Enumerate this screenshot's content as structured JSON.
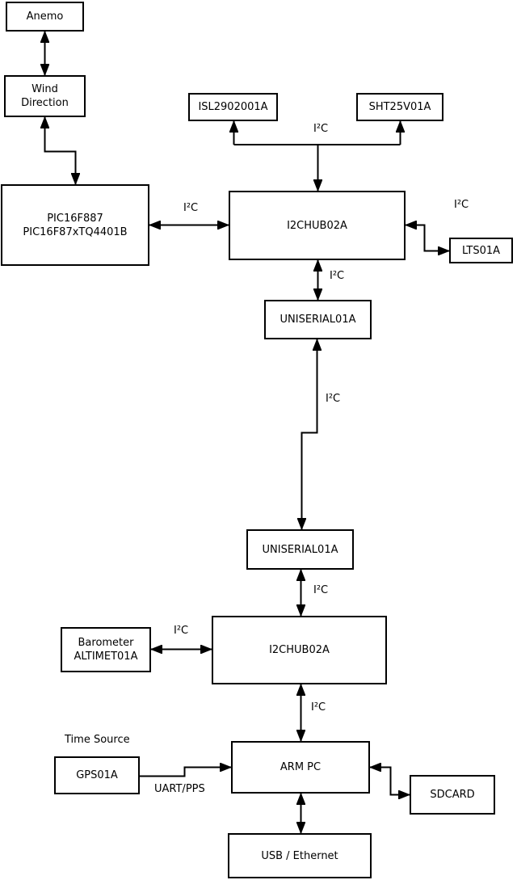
{
  "diagram": {
    "boxes": [
      {
        "id": "anemo",
        "label": "Anemo"
      },
      {
        "id": "wind-direction",
        "label": "Wind\nDirection"
      },
      {
        "id": "pic",
        "label": "PIC16F887\nPIC16F87xTQ4401B"
      },
      {
        "id": "isl",
        "label": "ISL2902001A"
      },
      {
        "id": "sht",
        "label": "SHT25V01A"
      },
      {
        "id": "i2chub-1",
        "label": "I2CHUB02A"
      },
      {
        "id": "lts",
        "label": "LTS01A"
      },
      {
        "id": "uniserial-1",
        "label": "UNISERIAL01A"
      },
      {
        "id": "uniserial-2",
        "label": "UNISERIAL01A"
      },
      {
        "id": "i2chub-2",
        "label": "I2CHUB02A"
      },
      {
        "id": "barometer",
        "label": "Barometer\nALTIMET01A"
      },
      {
        "id": "arm-pc",
        "label": "ARM PC"
      },
      {
        "id": "gps",
        "label": "GPS01A"
      },
      {
        "id": "sdcard",
        "label": "SDCARD"
      },
      {
        "id": "usb-ethernet",
        "label": "USB / Ethernet"
      }
    ],
    "annotations": {
      "i2c": "I²C",
      "uart_pps": "UART/PPS",
      "time_source": "Time Source"
    },
    "connections": [
      {
        "from": "Anemo",
        "to": "Wind Direction",
        "label": "",
        "bidirectional": true
      },
      {
        "from": "Wind Direction",
        "to": "PIC16F887 PIC16F87xTQ4401B",
        "label": "",
        "bidirectional": true
      },
      {
        "from": "PIC16F887 PIC16F87xTQ4401B",
        "to": "I2CHUB02A (upper)",
        "label": "I²C",
        "bidirectional": true
      },
      {
        "from": "I2CHUB02A (upper)",
        "to": "ISL2902001A",
        "label": "I²C",
        "bidirectional": false
      },
      {
        "from": "I2CHUB02A (upper)",
        "to": "SHT25V01A",
        "label": "I²C",
        "bidirectional": false
      },
      {
        "from": "I2CHUB02A (upper)",
        "to": "LTS01A",
        "label": "I²C",
        "bidirectional": true
      },
      {
        "from": "I2CHUB02A (upper)",
        "to": "UNISERIAL01A (upper)",
        "label": "I²C",
        "bidirectional": true
      },
      {
        "from": "UNISERIAL01A (upper)",
        "to": "UNISERIAL01A (lower)",
        "label": "I²C",
        "bidirectional": true
      },
      {
        "from": "UNISERIAL01A (lower)",
        "to": "I2CHUB02A (lower)",
        "label": "I²C",
        "bidirectional": true
      },
      {
        "from": "Barometer ALTIMET01A",
        "to": "I2CHUB02A (lower)",
        "label": "I²C",
        "bidirectional": true
      },
      {
        "from": "I2CHUB02A (lower)",
        "to": "ARM PC",
        "label": "I²C",
        "bidirectional": true
      },
      {
        "from": "GPS01A",
        "to": "ARM PC",
        "label": "UART/PPS",
        "bidirectional": false
      },
      {
        "from": "ARM PC",
        "to": "SDCARD",
        "label": "",
        "bidirectional": true
      },
      {
        "from": "ARM PC",
        "to": "USB / Ethernet",
        "label": "",
        "bidirectional": true
      }
    ]
  }
}
